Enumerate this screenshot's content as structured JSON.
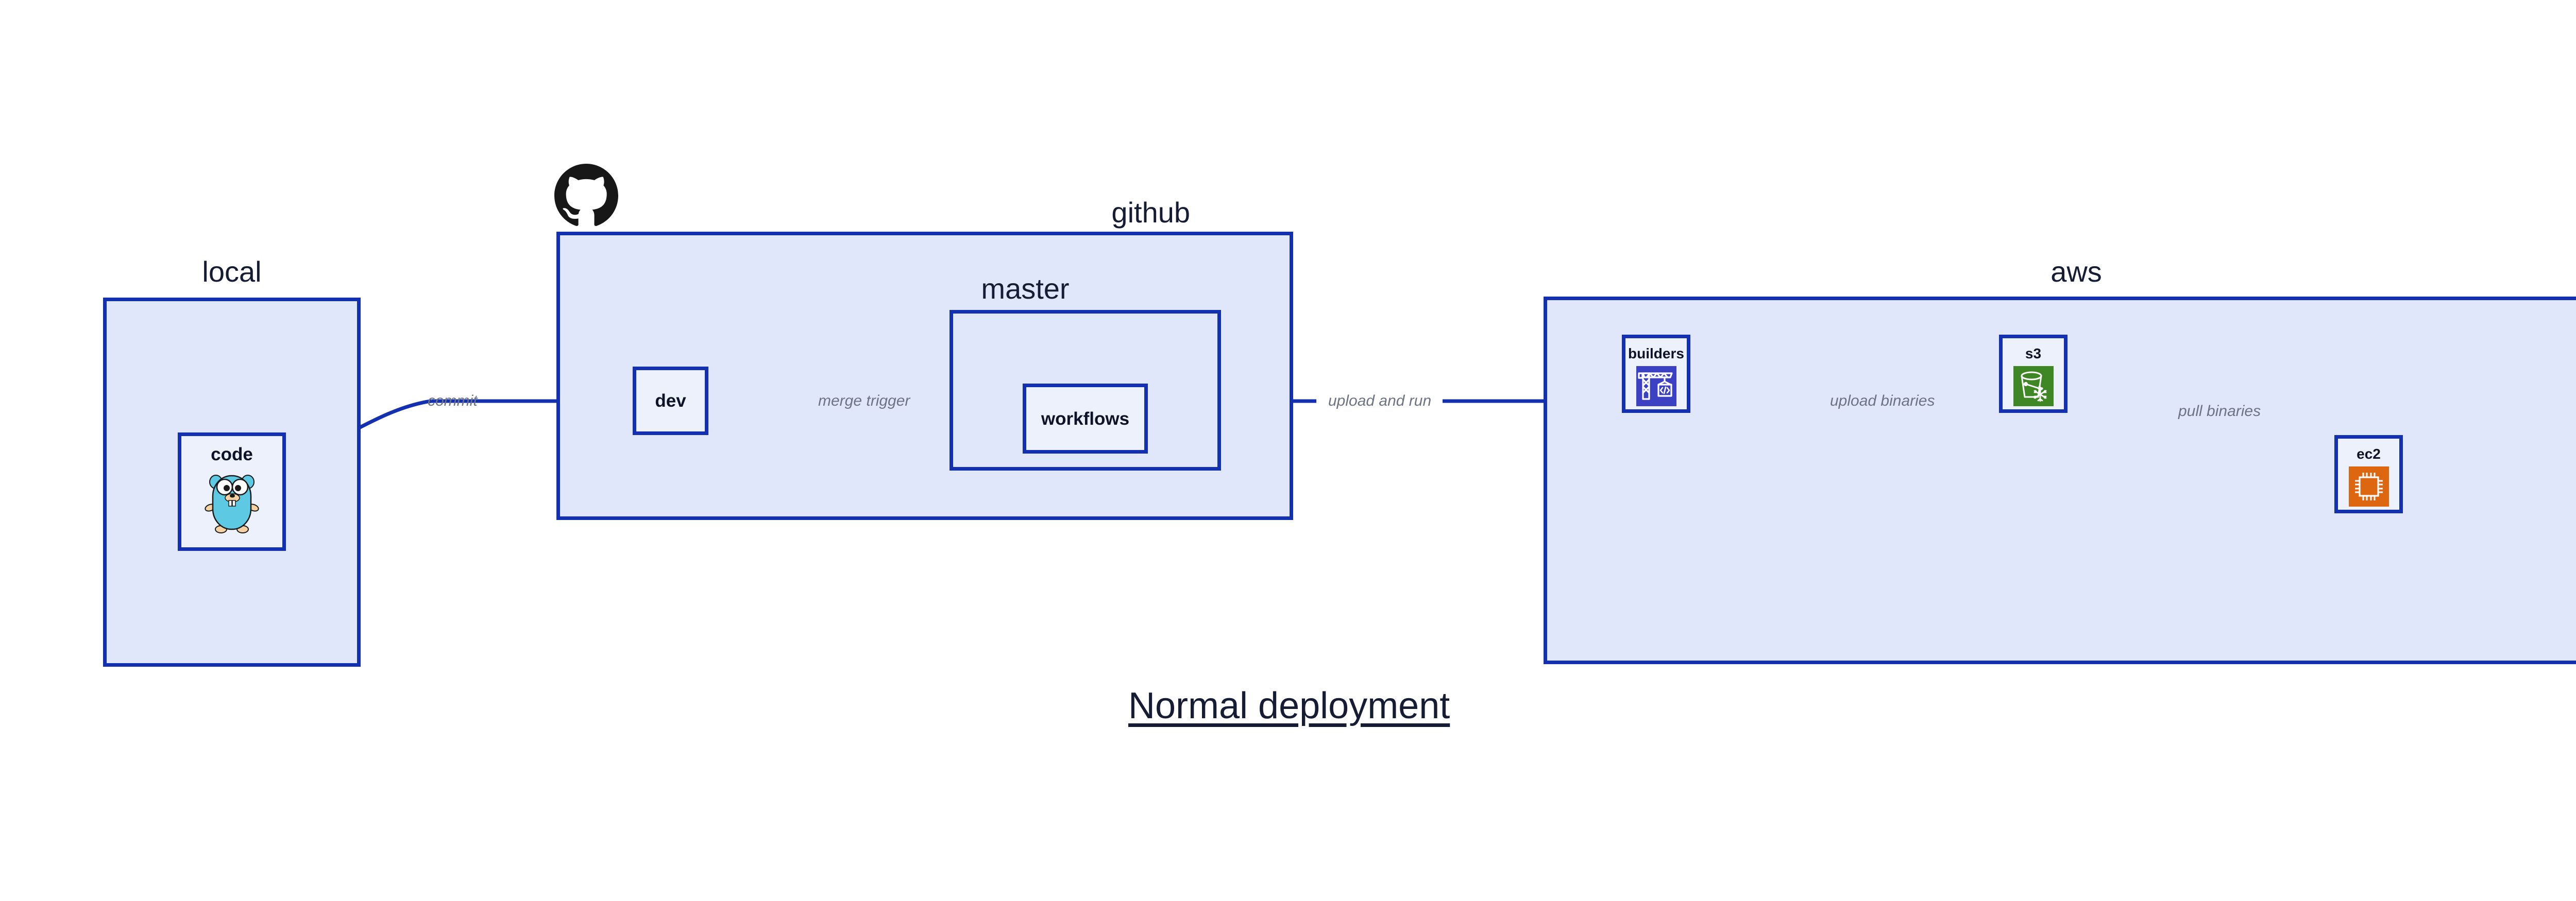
{
  "diagram": {
    "title": "Normal deployment",
    "background_color": "#ffffff",
    "accent_color": "#1330B0",
    "cluster_fill": "#E1E7FA",
    "node_fill": "#EDF1FC",
    "edge_label_color": "#6E7383",
    "text_color": "#151C33"
  },
  "clusters": {
    "local": {
      "label": "local"
    },
    "github": {
      "label": "github"
    },
    "master": {
      "label": "master"
    },
    "aws": {
      "label": "aws"
    }
  },
  "nodes": {
    "code": {
      "label": "code",
      "icon": "go-gopher-icon"
    },
    "dev": {
      "label": "dev",
      "icon": null
    },
    "workflows": {
      "label": "workflows",
      "icon": null
    },
    "builders": {
      "label": "builders",
      "icon": "aws-codebuild-icon",
      "icon_color": "#3C41C4"
    },
    "s3": {
      "label": "s3",
      "icon": "aws-s3-glacier-icon",
      "icon_color": "#3F8624"
    },
    "ec2": {
      "label": "ec2",
      "icon": "aws-ec2-icon",
      "icon_color": "#DD6611"
    }
  },
  "edges": [
    {
      "id": "commit",
      "label": "commit",
      "from": "code",
      "to": "dev"
    },
    {
      "id": "merge-trigger",
      "label": "merge trigger",
      "from": "dev",
      "to": "workflows"
    },
    {
      "id": "upload-and-run",
      "label": "upload and run",
      "from": "workflows",
      "to": "builders"
    },
    {
      "id": "upload-binaries",
      "label": "upload binaries",
      "from": "builders",
      "to": "s3"
    },
    {
      "id": "pull-binaries",
      "label": "pull binaries",
      "from": "s3",
      "to": "ec2"
    }
  ],
  "logos": {
    "github": {
      "name": "github-octocat-logo",
      "color": "#181717"
    }
  }
}
